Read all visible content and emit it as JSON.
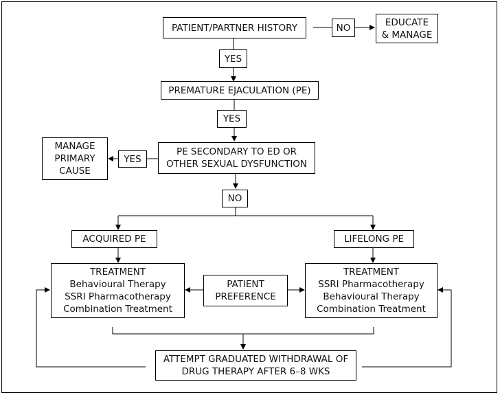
{
  "nodes": {
    "history": "PATIENT/PARTNER HISTORY",
    "no_top": "NO",
    "educate": [
      "EDUCATE",
      "& MANAGE"
    ],
    "yes_1": "YES",
    "pe": "PREMATURE EJACULATION (PE)",
    "yes_2": "YES",
    "secondary": [
      "PE SECONDARY TO ED OR",
      "OTHER SEXUAL DYSFUNCTION"
    ],
    "yes_left": "YES",
    "manage_primary": [
      "MANAGE",
      "PRIMARY",
      "CAUSE"
    ],
    "no_mid": "NO",
    "acquired": "ACQUIRED PE",
    "lifelong": "LIFELONG PE",
    "treatment_left": [
      "TREATMENT",
      "Behavioural Therapy",
      "SSRI Pharmacotherapy",
      "Combination Treatment"
    ],
    "preference": [
      "PATIENT",
      "PREFERENCE"
    ],
    "treatment_right": [
      "TREATMENT",
      "SSRI Pharmacotherapy",
      "Behavioural Therapy",
      "Combination Treatment"
    ],
    "withdrawal": [
      "ATTEMPT GRADUATED WITHDRAWAL OF",
      "DRUG THERAPY AFTER 6–8 WKS"
    ]
  }
}
